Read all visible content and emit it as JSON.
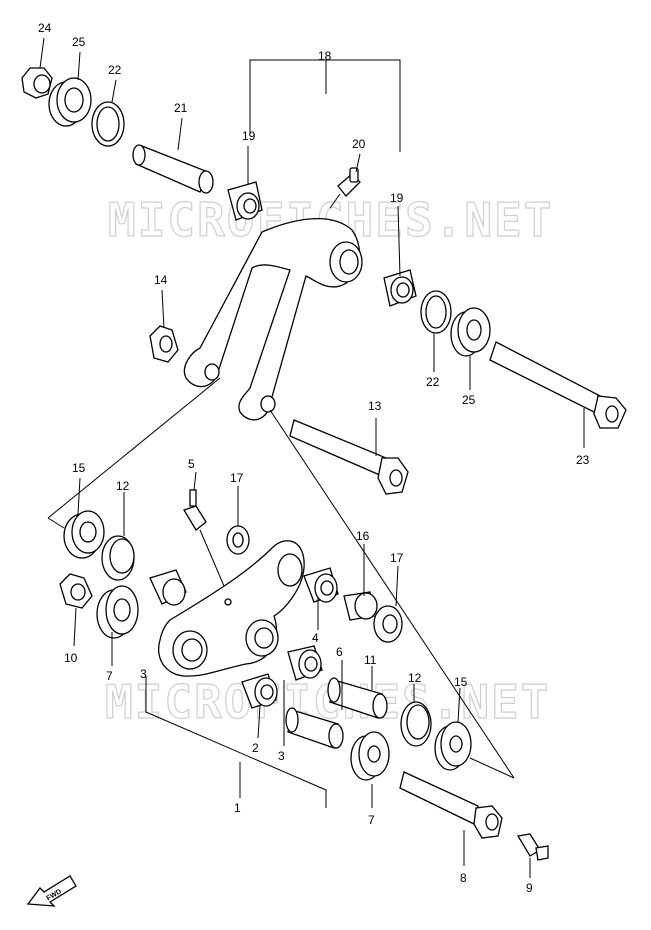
{
  "watermark": "MICROFICHES.NET",
  "fwd_label": "FWD",
  "callouts": {
    "c1": "1",
    "c2": "2",
    "c3a": "3",
    "c3b": "3",
    "c4": "4",
    "c5": "5",
    "c6": "6",
    "c7a": "7",
    "c7b": "7",
    "c8": "8",
    "c9": "9",
    "c10": "10",
    "c11": "11",
    "c12a": "12",
    "c12b": "12",
    "c13": "13",
    "c14": "14",
    "c15a": "15",
    "c15b": "15",
    "c16": "16",
    "c17a": "17",
    "c17b": "17",
    "c18": "18",
    "c19a": "19",
    "c19b": "19",
    "c20": "20",
    "c21": "21",
    "c22a": "22",
    "c22b": "22",
    "c23": "23",
    "c24": "24",
    "c25a": "25",
    "c25b": "25"
  }
}
